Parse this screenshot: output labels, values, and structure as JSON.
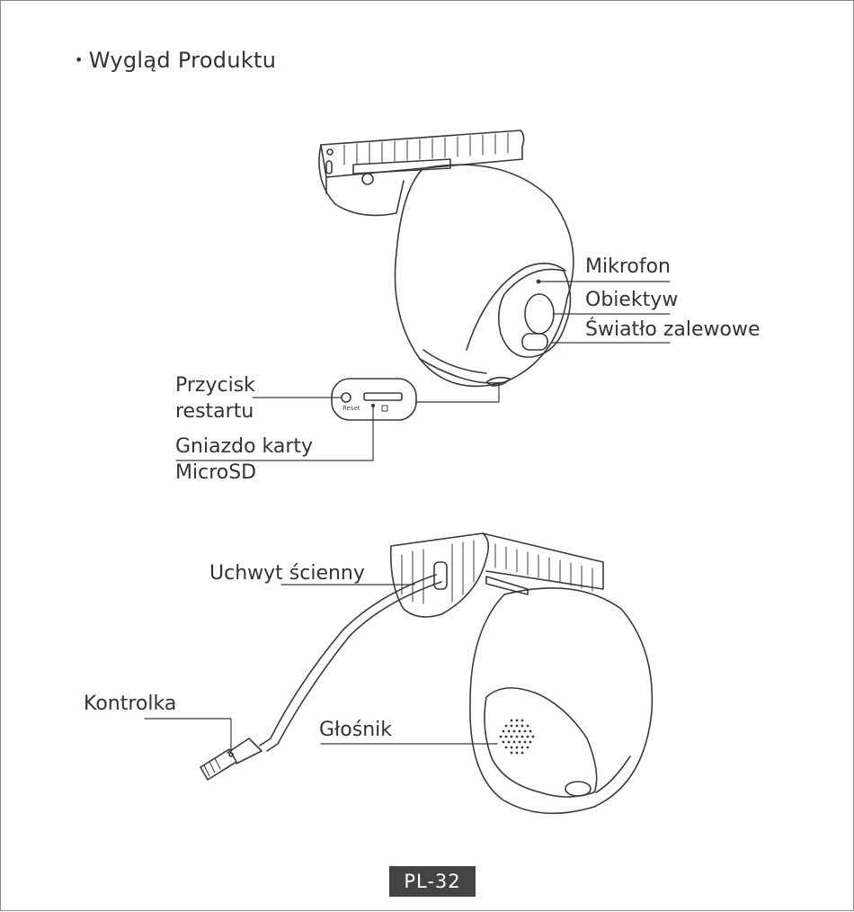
{
  "heading": {
    "bullet": "•",
    "text": "Wygląd Produktu"
  },
  "top_view": {
    "labels": {
      "microphone": "Mikrofon",
      "lens": "Obiektyw",
      "floodlight": "Światło zalewowe",
      "reset_line1": "Przycisk",
      "reset_line2": "restartu",
      "sd_line1": "Gniazdo karty",
      "sd_line2": "MicroSD"
    },
    "reset_text": "Reset"
  },
  "bottom_view": {
    "labels": {
      "wall_mount": "Uchwyt ścienny",
      "indicator": "Kontrolka",
      "speaker": "Głośnik"
    }
  },
  "footer": {
    "page_number": "PL-32"
  },
  "colors": {
    "line": "#3a3a3a",
    "page_badge": "#444444"
  }
}
